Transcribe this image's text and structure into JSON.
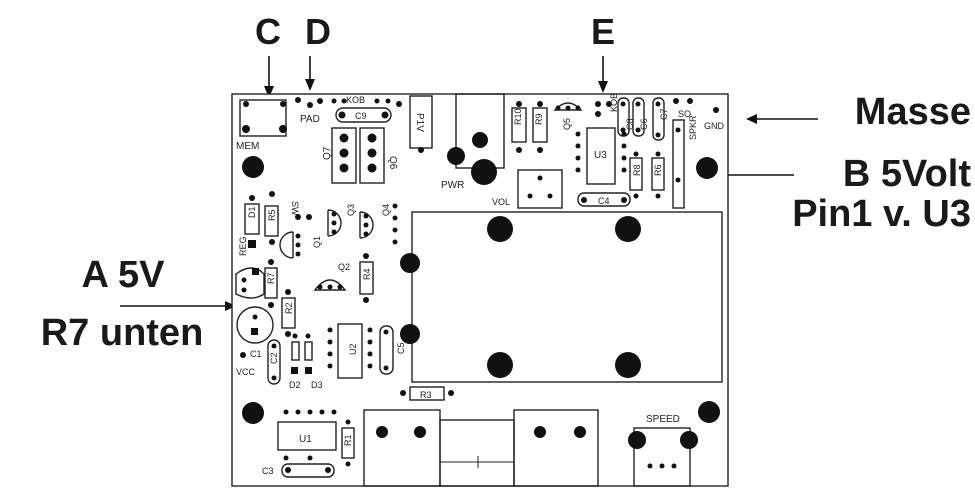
{
  "callouts": {
    "c": "C",
    "d": "D",
    "e": "E",
    "masse": "Masse",
    "b_line1": "B 5Volt",
    "b_line2": "Pin1 v. U3",
    "a_line1": "A 5V",
    "a_line2": "R7 unten"
  },
  "silkscreen": {
    "mem": "MEM",
    "pad": "PAD",
    "kob_top": "KOB",
    "c9": "C9",
    "q7": "Q7",
    "q6": "Q6",
    "p1v": "P1V",
    "pwr": "PWR",
    "r10": "R10",
    "r9": "R9",
    "q5": "Q5",
    "kob_right": "KOB",
    "c8": "C8",
    "c6": "C6",
    "c7": "C7",
    "so": "SO",
    "gnd": "GND",
    "spkr": "SPKR",
    "u3": "U3",
    "r8": "R8",
    "r6": "R6",
    "vol": "VOL",
    "c4": "C4",
    "d1": "D1",
    "r5": "R5",
    "sw": "SW",
    "q3": "Q3",
    "q4": "Q4",
    "q1": "Q1",
    "reg": "REG",
    "r7": "R7",
    "q2": "Q2",
    "r4": "R4",
    "r2": "R2",
    "c1": "C1",
    "vcc": "VCC",
    "c2": "C2",
    "d2": "D2",
    "d3": "D3",
    "u2": "U2",
    "c5": "C5",
    "r3": "R3",
    "u1": "U1",
    "r1": "R1",
    "c3": "C3",
    "speed": "SPEED"
  }
}
